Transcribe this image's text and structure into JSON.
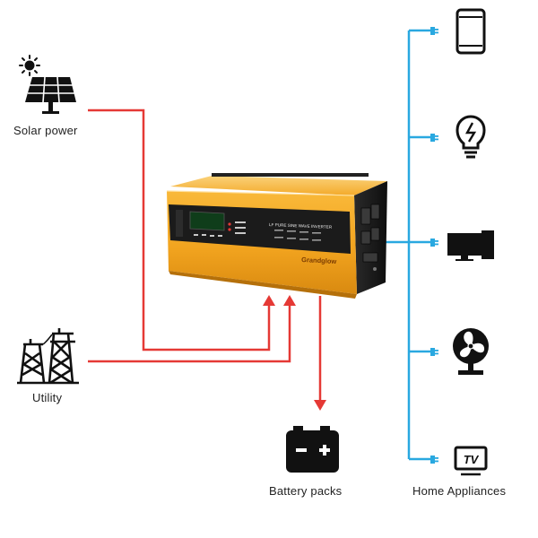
{
  "labels": {
    "solar": "Solar power",
    "utility": "Utility",
    "battery": "Battery packs",
    "appliances": "Home Appliances"
  },
  "inverter": {
    "brand": "Grandglow",
    "panel_title": "LF PURE SINE WAVE INVERTER"
  },
  "appliances": [
    "phone-icon",
    "lightbulb-icon",
    "computer-icon",
    "fan-icon",
    "tv-icon"
  ],
  "tv_text": "TV",
  "colors": {
    "input_line": "#e53935",
    "output_line": "#29a8e0",
    "inverter_body": "#f5a623",
    "inverter_dark": "#1c1c1c",
    "icon": "#111111"
  }
}
